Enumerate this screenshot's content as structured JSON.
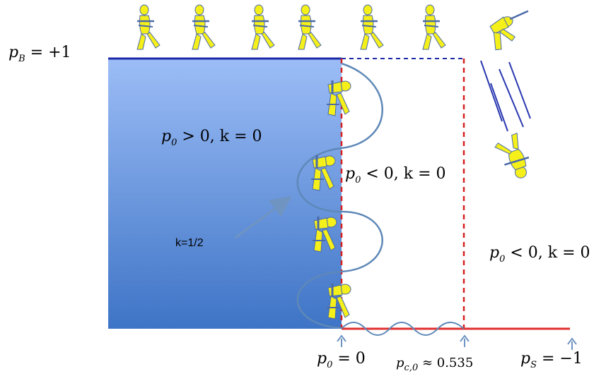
{
  "labels": {
    "pB": {
      "var": "p",
      "sub": "B",
      "rest": " = +1"
    },
    "p0_pos": {
      "var": "p",
      "sub": "0",
      "rest": " > 0, k = 0"
    },
    "p0_neg_mid": {
      "var": "p",
      "sub": "0",
      "rest": " < 0, k = 0"
    },
    "p0_neg_right": {
      "var": "p",
      "sub": "0",
      "rest": " < 0, k = 0"
    },
    "k_half": "k=1/2",
    "p0_zero": {
      "var": "p",
      "sub": "0",
      "rest": " = 0"
    },
    "pc0": {
      "var": "p",
      "sub": "c,0",
      "rest": " ≈ 0.535"
    },
    "pS": {
      "var": "p",
      "sub": "S",
      "rest": " = −1"
    }
  },
  "colors": {
    "region_top": "#9cbdf6",
    "region_bottom": "#3e74c6",
    "top_line": "#1c2aa8",
    "red_dash": "#d62020",
    "red_line": "#e03030",
    "wave": "#5e88b8",
    "arrow": "#6f94c2",
    "figure_fill": "#f5ef1a",
    "figure_stroke": "#4a6aa8"
  }
}
